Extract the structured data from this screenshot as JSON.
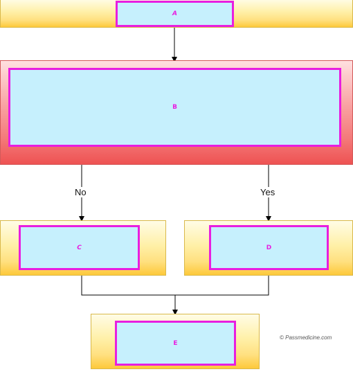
{
  "nodes": {
    "a": {
      "label": "A"
    },
    "b": {
      "label": "B"
    },
    "c": {
      "label": "C"
    },
    "d": {
      "label": "D"
    },
    "e": {
      "label": "E"
    }
  },
  "edges": {
    "no_label": "No",
    "yes_label": "Yes"
  },
  "copyright": "© Passmedicine.com",
  "colors": {
    "inner_fill": "#c6f0fd",
    "inner_border": "#e81ee0",
    "outer_yellow": "#fff0a8",
    "outer_red": "#f47a7a"
  }
}
